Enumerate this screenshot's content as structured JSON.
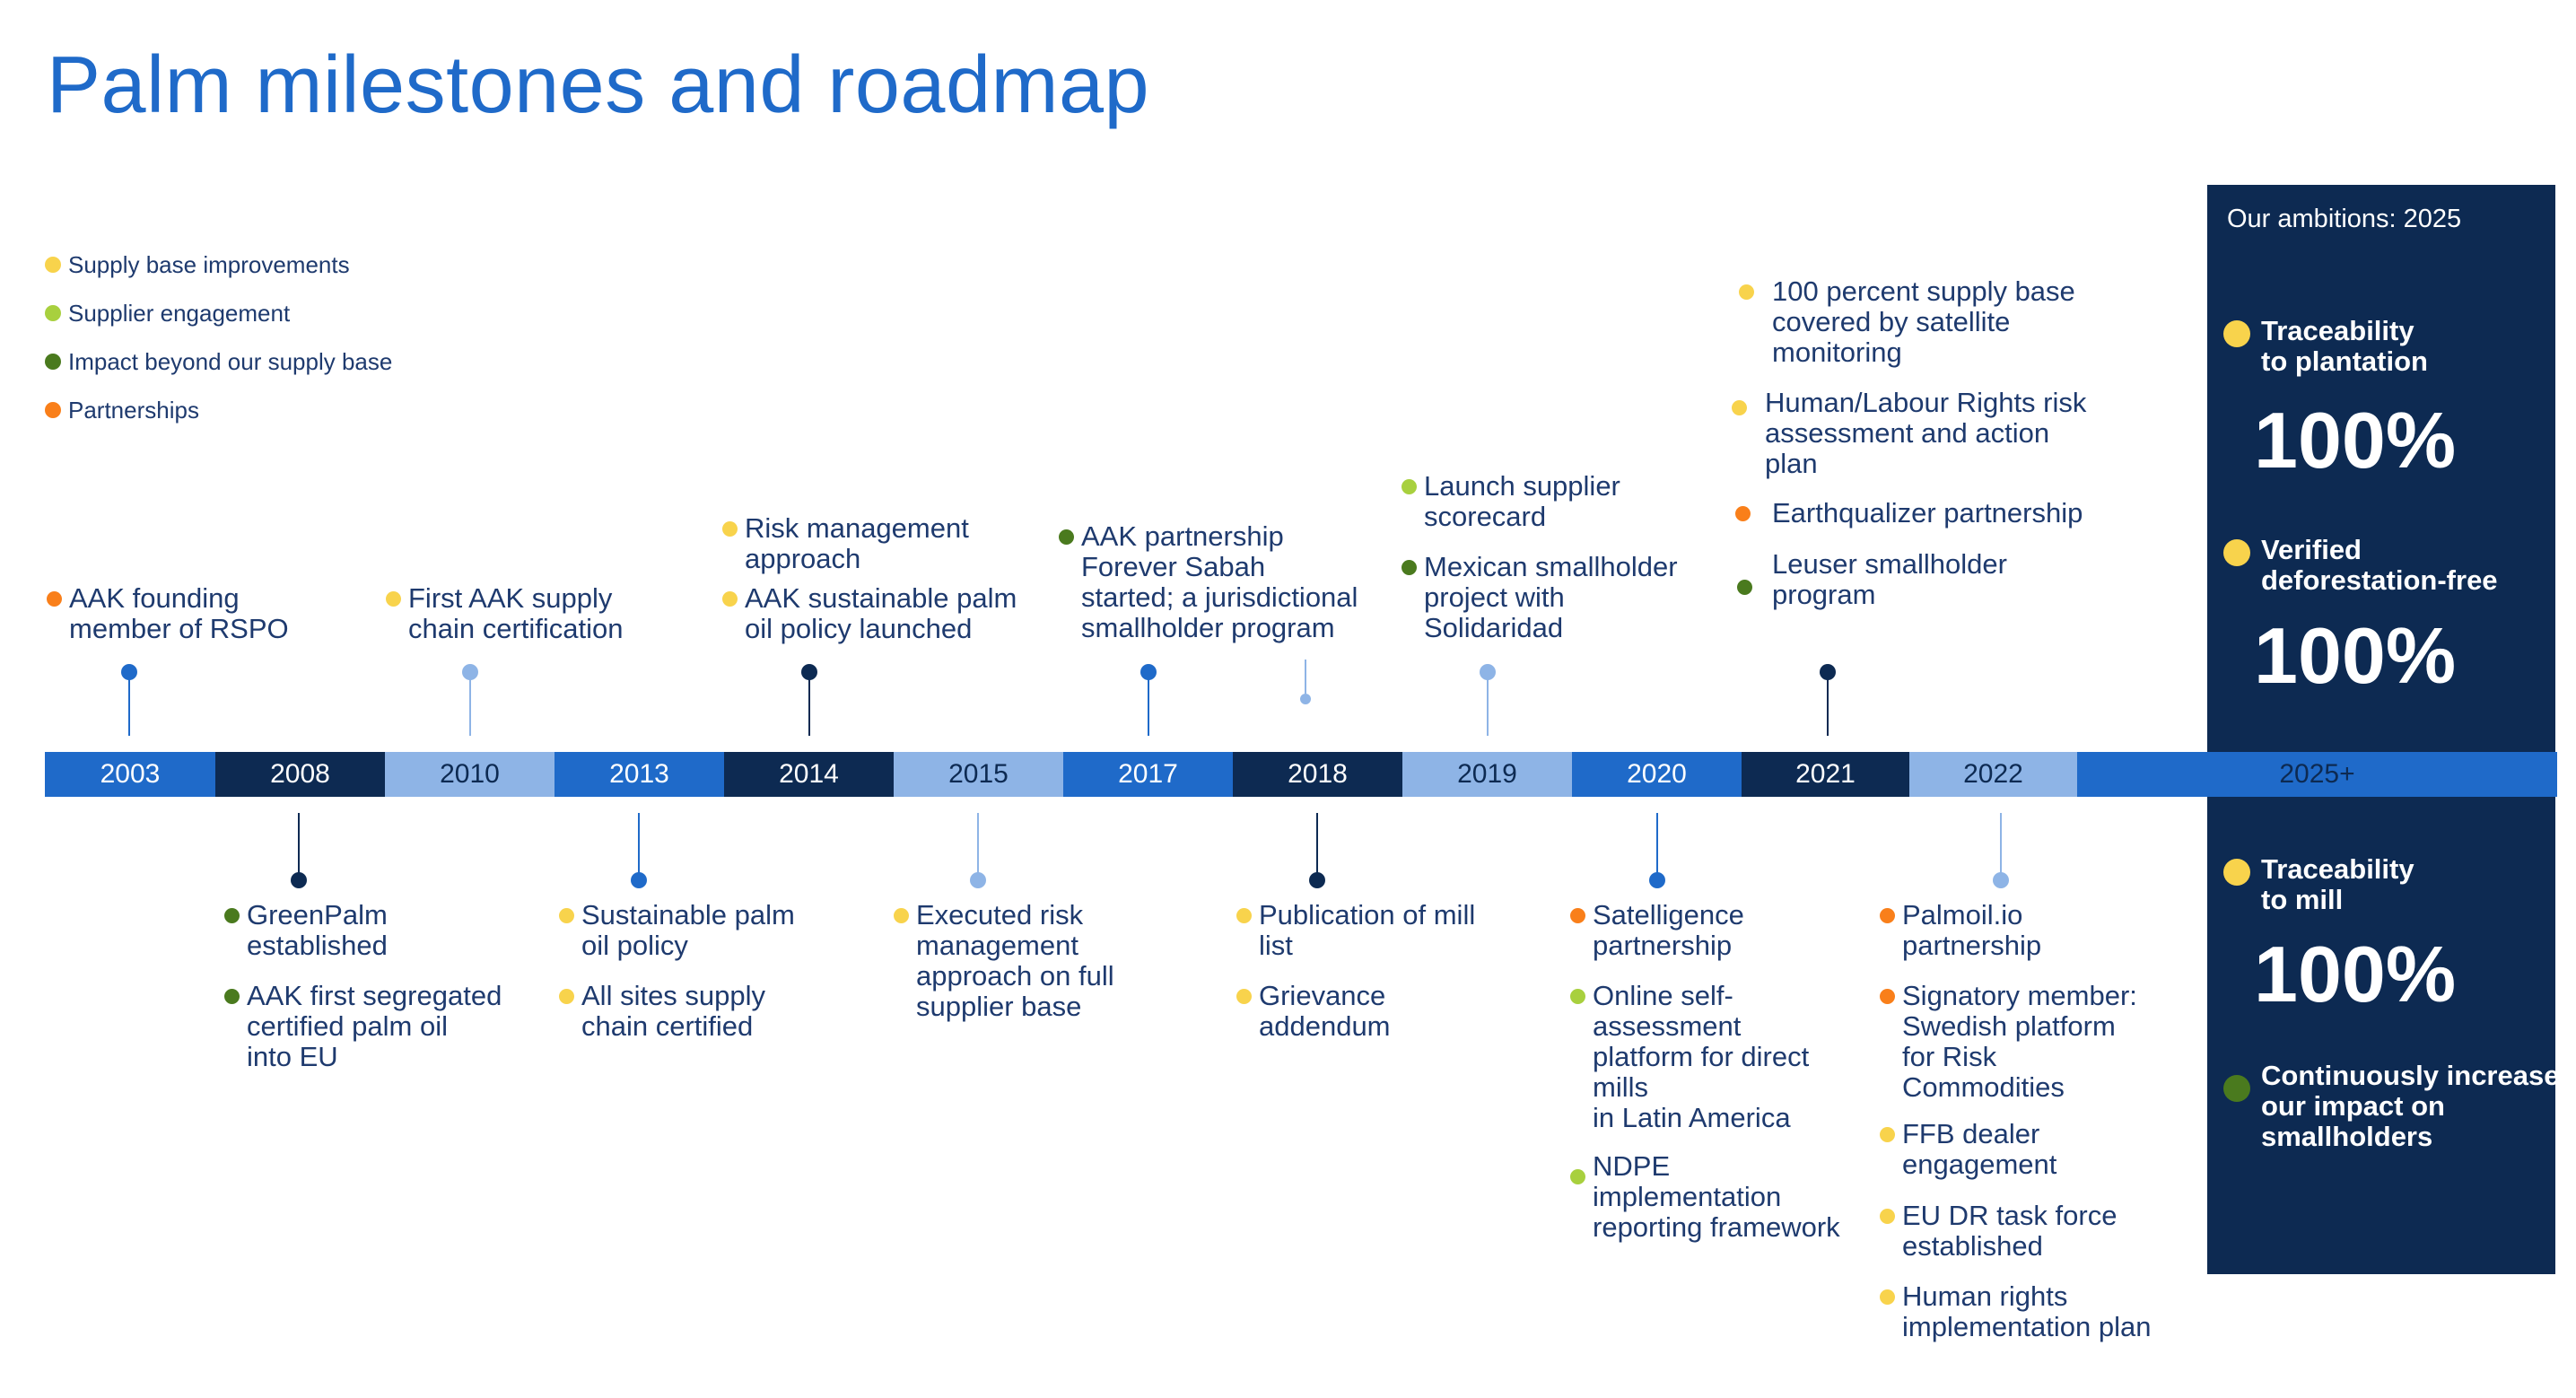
{
  "title": "Palm milestones and roadmap",
  "colors": {
    "supply": "#f8d34c",
    "engagement": "#a8d03e",
    "impact": "#4a7a1e",
    "partnerships": "#f97f1a",
    "blue": "#1f6ac9",
    "navy": "#0d2a52",
    "light": "#8eb4e6"
  },
  "legend": [
    {
      "label": "Supply base improvements",
      "color": "#f8d34c"
    },
    {
      "label": "Supplier engagement",
      "color": "#a8d03e"
    },
    {
      "label": "Impact beyond our supply base",
      "color": "#4a7a1e"
    },
    {
      "label": "Partnerships",
      "color": "#f97f1a"
    }
  ],
  "timeline": [
    "2003",
    "2008",
    "2010",
    "2013",
    "2014",
    "2015",
    "2017",
    "2018",
    "2019",
    "2020",
    "2021",
    "2022",
    "2025+"
  ],
  "events_above": [
    {
      "text": "AAK founding\nmember of RSPO",
      "color": "#f97f1a"
    },
    {
      "text": "First AAK supply\nchain certification",
      "color": "#f8d34c"
    },
    {
      "text": "Risk management\napproach",
      "color": "#f8d34c"
    },
    {
      "text": "AAK sustainable palm\noil policy launched",
      "color": "#f8d34c"
    },
    {
      "text": "AAK partnership\nForever Sabah\nstarted; a jurisdictional\nsmallholder program",
      "color": "#4a7a1e"
    },
    {
      "text": "Launch supplier\nscorecard",
      "color": "#a8d03e"
    },
    {
      "text": "Mexican smallholder\nproject with\nSolidaridad",
      "color": "#4a7a1e"
    },
    {
      "text": "100 percent supply base\ncovered by satellite\nmonitoring",
      "color": "#f8d34c"
    },
    {
      "text": "Human/Labour Rights risk\nassessment and action\nplan",
      "color": "#f8d34c"
    },
    {
      "text": "Earthqualizer partnership",
      "color": "#f97f1a"
    },
    {
      "text": "Leuser smallholder\nprogram",
      "color": "#4a7a1e"
    }
  ],
  "events_below": [
    {
      "text": "GreenPalm\nestablished",
      "color": "#4a7a1e"
    },
    {
      "text": "AAK first segregated\ncertified palm oil\ninto EU",
      "color": "#4a7a1e"
    },
    {
      "text": "Sustainable palm\noil policy",
      "color": "#f8d34c"
    },
    {
      "text": "All sites supply\nchain certified",
      "color": "#f8d34c"
    },
    {
      "text": "Executed risk\nmanagement\napproach on full\nsupplier base",
      "color": "#f8d34c"
    },
    {
      "text": "Publication of mill\nlist",
      "color": "#f8d34c"
    },
    {
      "text": "Grievance\naddendum",
      "color": "#f8d34c"
    },
    {
      "text": "Satelligence\npartnership",
      "color": "#f97f1a"
    },
    {
      "text": "Online self-\nassessment\nplatform for direct\nmills\nin Latin America",
      "color": "#a8d03e"
    },
    {
      "text": "NDPE\nimplementation\nreporting framework",
      "color": "#a8d03e"
    },
    {
      "text": "Palmoil.io\npartnership",
      "color": "#f97f1a"
    },
    {
      "text": "Signatory member:\nSwedish platform\nfor Risk\nCommodities",
      "color": "#f97f1a"
    },
    {
      "text": "FFB dealer\nengagement",
      "color": "#f8d34c"
    },
    {
      "text": "EU DR task force\nestablished",
      "color": "#f8d34c"
    },
    {
      "text": "Human rights\nimplementation plan",
      "color": "#f8d34c"
    }
  ],
  "ambitions": {
    "heading": "Our ambitions: 2025",
    "items": [
      {
        "label": "Traceability\nto plantation",
        "value": "100%",
        "color": "#f8d34c"
      },
      {
        "label": "Verified\ndeforestation-free",
        "value": "100%",
        "color": "#f8d34c"
      },
      {
        "label": "Traceability\nto mill",
        "value": "100%",
        "color": "#f8d34c"
      },
      {
        "label": "Continuously increase\nour impact on\nsmallholders",
        "value": "",
        "color": "#4a7a1e"
      }
    ]
  }
}
